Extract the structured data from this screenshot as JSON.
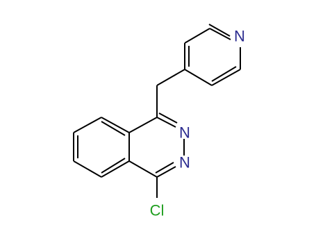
{
  "molecule": {
    "atoms": [
      {
        "id": "n_pyridine",
        "symbol": "N"
      },
      {
        "id": "n2",
        "symbol": "N"
      },
      {
        "id": "n3",
        "symbol": "N"
      },
      {
        "id": "cl",
        "symbol": "Cl"
      }
    ]
  },
  "colors": {
    "bond": "#000000",
    "nitrogen": "#2b2b8f",
    "chlorine": "#1f9e1f"
  }
}
